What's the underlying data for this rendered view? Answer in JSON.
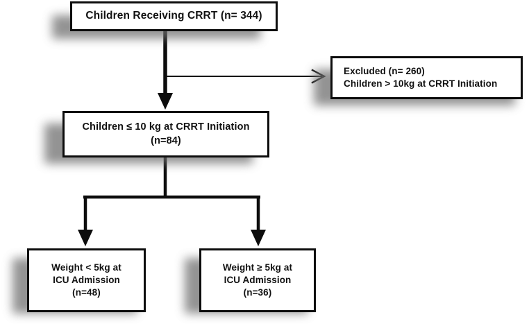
{
  "figure": {
    "type": "flowchart",
    "title": "CRRT patient selection flow diagram",
    "background_color": "#ffffff",
    "line_color": "#0d0d0d",
    "box_border_color": "#0d0d0d",
    "box_fill_color": "#ffffff",
    "shadow_color": "#6f6f6f"
  },
  "nodes": {
    "top": {
      "id": "children-receiving-crrt",
      "lines": [
        "Children  Receiving CRRT (n= 344)"
      ],
      "count": 344
    },
    "excluded": {
      "id": "excluded",
      "lines": [
        "Excluded (n= 260)",
        "Children  > 10kg at CRRT Initiation"
      ],
      "count": 260
    },
    "middle": {
      "id": "children-under-10kg",
      "lines": [
        "Children  ≤ 10 kg at CRRT Initiation",
        "(n=84)"
      ],
      "count": 84
    },
    "left": {
      "id": "weight-under-5kg",
      "lines": [
        "Weight < 5kg at",
        "ICU Admission",
        "(n=48)"
      ],
      "count": 48
    },
    "right": {
      "id": "weight-over-5kg",
      "lines": [
        "Weight ≥ 5kg at",
        "ICU Admission",
        "(n=36)"
      ],
      "count": 36
    }
  },
  "edges": [
    {
      "id": "top-to-middle",
      "from": "top",
      "to": "middle",
      "style": "thick-arrow"
    },
    {
      "id": "top-to-excluded",
      "from": "top",
      "to": "excluded",
      "style": "thin-arrow"
    },
    {
      "id": "middle-to-left",
      "from": "middle",
      "to": "left",
      "style": "thick-arrow"
    },
    {
      "id": "middle-to-right",
      "from": "middle",
      "to": "right",
      "style": "thick-arrow"
    }
  ]
}
